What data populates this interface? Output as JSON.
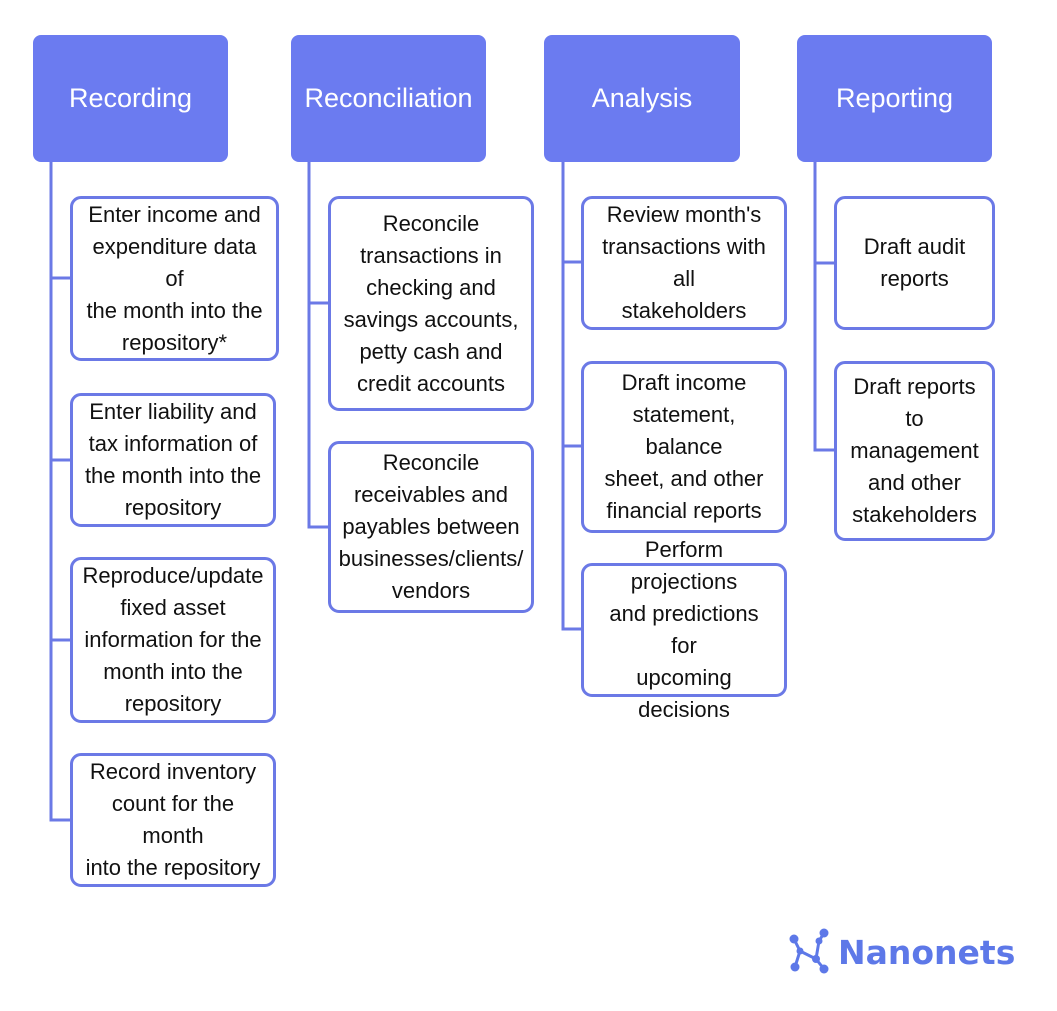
{
  "columns": [
    {
      "header": "Recording",
      "items": [
        "Enter income and\nexpenditure data of\nthe month into the\nrepository*",
        "Enter liability and\ntax information of\nthe month into the\nrepository",
        "Reproduce/update\nfixed asset\ninformation for the\nmonth into the\nrepository",
        "Record inventory\ncount for the month\ninto the repository"
      ]
    },
    {
      "header": "Reconciliation",
      "items": [
        "Reconcile\ntransactions  in\nchecking and\nsavings accounts,\npetty cash and\ncredit accounts",
        "Reconcile\nreceivables and\npayables between\nbusinesses/clients/\nvendors"
      ]
    },
    {
      "header": "Analysis",
      "items": [
        "Review month's\ntransactions with all\nstakeholders",
        "Draft income\nstatement, balance\nsheet, and other\nfinancial reports",
        "Perform projections\nand predictions for\nupcoming decisions"
      ]
    },
    {
      "header": "Reporting",
      "items": [
        "Draft audit\nreports",
        "Draft reports\nto\nmanagement\nand other\nstakeholders"
      ]
    }
  ],
  "logo": {
    "text": "Nanonets",
    "icon": "nanonets-logo-icon"
  },
  "colors": {
    "header_fill": "#6b7bf0",
    "box_border": "#6b79e6",
    "connector": "#6b79e6",
    "logo": "#5d78e8"
  }
}
